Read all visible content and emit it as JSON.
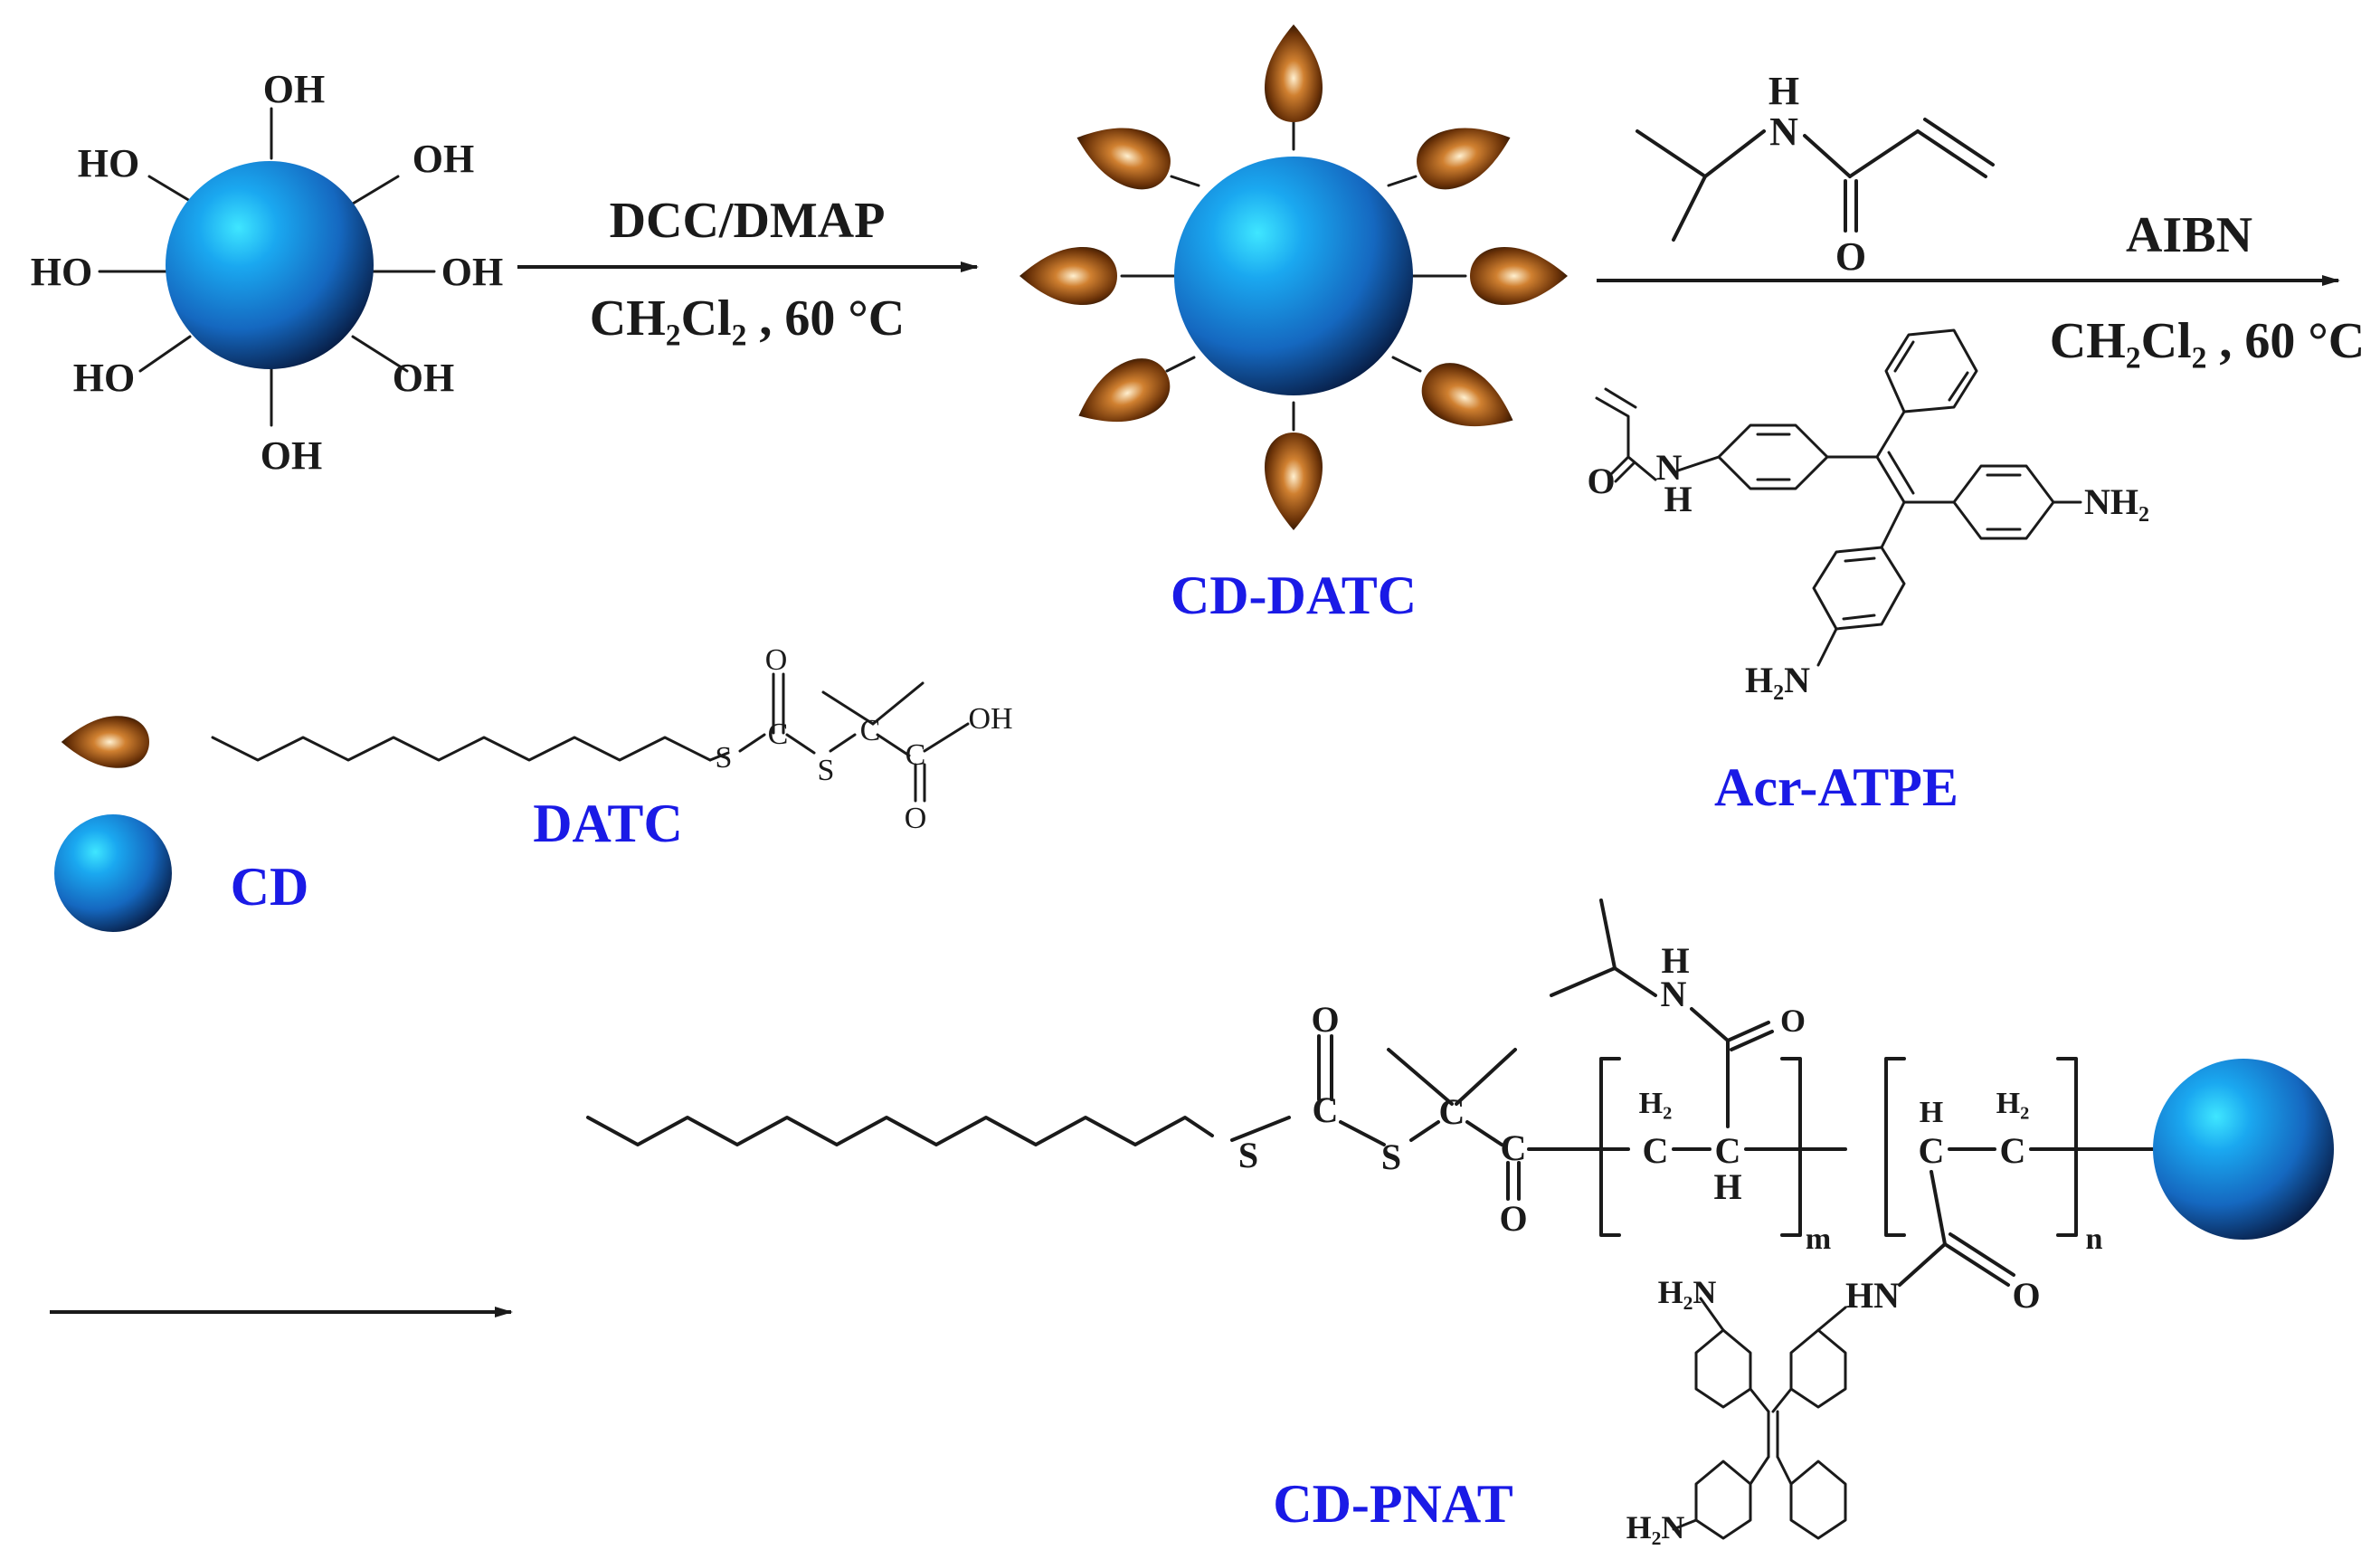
{
  "colors": {
    "label_blue": "#1a1ae6",
    "sphere_blue": "#1a8fe0",
    "drop_brown": "#8a4a12",
    "ink": "#1a1a1a"
  },
  "cd_core": {
    "oh": "OH",
    "ho": "HO"
  },
  "step1": {
    "reagent": "DCC/DMAP",
    "solvent": "CH₂Cl₂ , 60 °C"
  },
  "step2": {
    "reagent": "AIBN",
    "solvent": "CH₂Cl₂ , 60 °C"
  },
  "names": {
    "cd_datc": "CD-DATC",
    "acr_atpe": "Acr-ATPE",
    "datc": "DATC",
    "cd": "CD",
    "cd_pnat": "CD-PNAT"
  },
  "atoms": {
    "H": "H",
    "N": "N",
    "O": "O",
    "S": "S",
    "C": "C",
    "OH": "OH",
    "NH2": "NH₂",
    "H2N": "H₂N",
    "H2": "H₂",
    "HN": "HN",
    "m": "m",
    "n": "n"
  }
}
